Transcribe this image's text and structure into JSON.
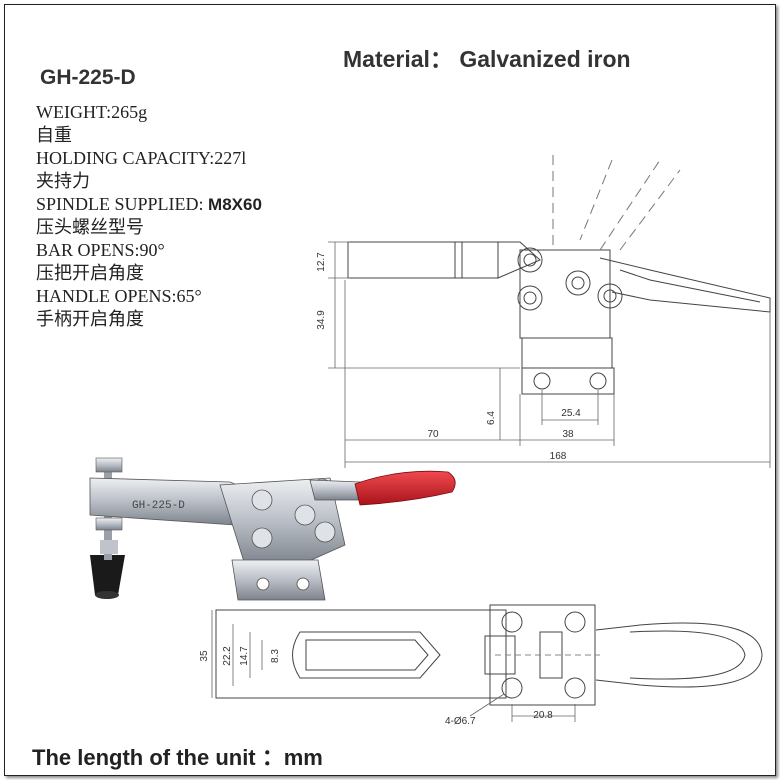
{
  "material": "Material： Galvanized iron",
  "model": "GH-225-D",
  "specs": {
    "weight_en": "WEIGHT:265g",
    "weight_cn": "自重",
    "holding_en": "HOLDING CAPACITY:227l",
    "holding_cn": "夹持力",
    "spindle_en": "SPINDLE SUPPLIED: ",
    "spindle_value": "M8X60",
    "spindle_cn": "压头螺丝型号",
    "bar_en": "BAR OPENS:90°",
    "bar_cn": "压把开启角度",
    "handle_en": "HANDLE OPENS:65°",
    "handle_cn": "手柄开启角度"
  },
  "side_view_dims": {
    "d_12_7": "12.7",
    "d_34_9": "34.9",
    "d_6_4": "6.4",
    "d_25_4": "25.4",
    "d_70": "70",
    "d_38": "38",
    "d_168": "168"
  },
  "top_view_dims": {
    "d_35": "35",
    "d_22_2": "22.2",
    "d_14_7": "14.7",
    "d_8_3": "8.3",
    "d_hole": "4-Ø6.7",
    "d_20_8": "20.8"
  },
  "photo_label": "GH-225-D",
  "units_note": "The length of the unit ：mm",
  "colors": {
    "handle_red": "#d9202a",
    "steel": "#c8ccd2",
    "rubber": "#1a1a1a"
  }
}
